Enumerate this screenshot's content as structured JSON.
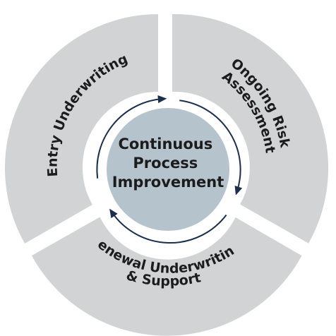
{
  "center": {
    "lines": [
      "Continuous",
      "Process",
      "Improvement"
    ]
  },
  "segments": [
    {
      "label": "Entry Underwriting"
    },
    {
      "lines": [
        "Ongoing Risk",
        "Assessment"
      ]
    },
    {
      "lines": [
        "Renewal Underwriting",
        "& Support"
      ]
    }
  ],
  "colors": {
    "segment_fill": "#d2d3d5",
    "segment_border": "#ffffff",
    "center_fill": "#b5c3cc",
    "center_ring": "#ffffff",
    "arrow": "#1b2f4d",
    "text": "#1c1c1c"
  }
}
